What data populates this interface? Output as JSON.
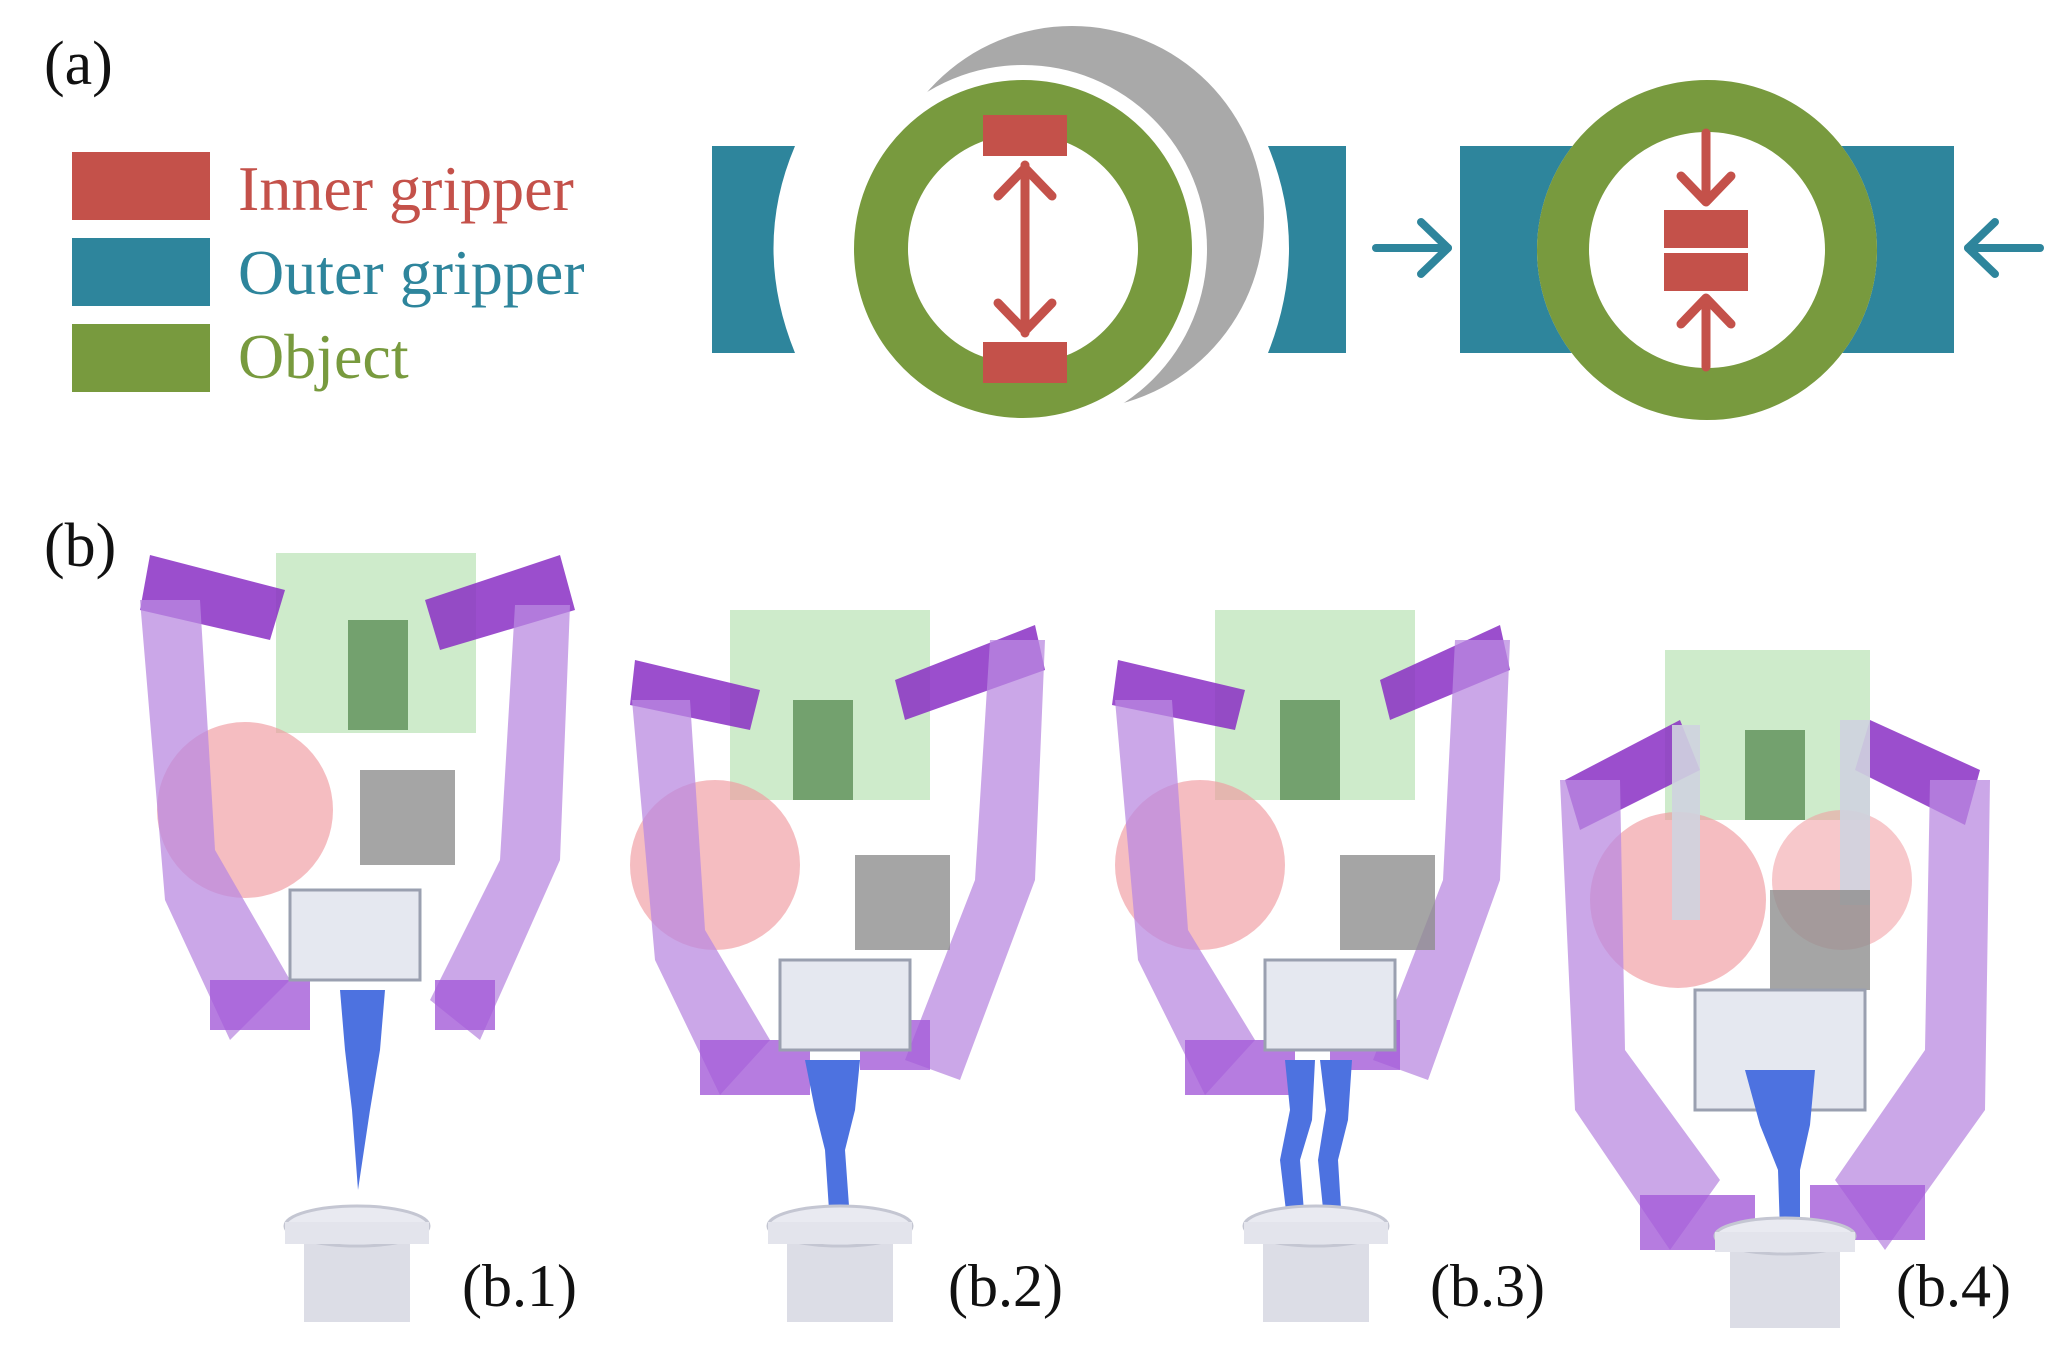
{
  "panel_a": {
    "label": "(a)",
    "legend": [
      {
        "text": "Inner gripper",
        "color": "#c4514a"
      },
      {
        "text": "Outer gripper",
        "color": "#2e859c"
      },
      {
        "text": "Object",
        "color": "#789a3e"
      }
    ]
  },
  "panel_b": {
    "label": "(b)",
    "subpanels": [
      "(b.1)",
      "(b.2)",
      "(b.3)",
      "(b.4)"
    ]
  },
  "colors": {
    "inner": "#c4514a",
    "outer": "#2e859c",
    "object": "#789a3e",
    "shadow": "#a9a9a9",
    "link_dark": "#8a2fc4",
    "link_light": "#b98ae0",
    "finger": "#4d72e0",
    "green_housing": "#c5e8c2",
    "motor": "#f09aa0",
    "base": "#dcdde6"
  }
}
